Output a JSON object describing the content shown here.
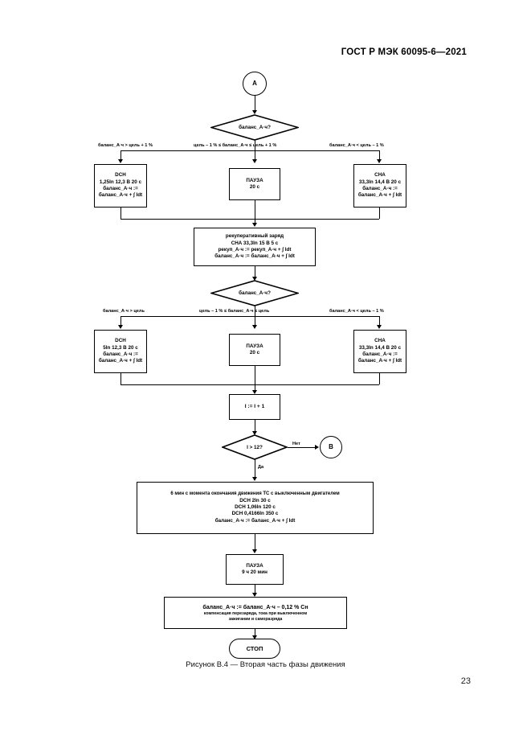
{
  "header": {
    "standard": "ГОСТ Р МЭК 60095-6—2021"
  },
  "page": {
    "number": "23"
  },
  "caption": "Рисунок В.4 — Вторая часть фазы движения",
  "nodes": {
    "start_a": "A",
    "connector_b": "B",
    "decision1": "баланс_А·ч?",
    "decision2": "баланс_А·ч?",
    "decision3": "I > 12?",
    "stop": "СТОП",
    "dch1": {
      "l1": "DCH",
      "l2": "1,25In 12,3 В 20 с",
      "l3": "баланс_А·ч :=",
      "l4": "баланс_А·ч + ∫ Idt"
    },
    "pause1": {
      "l1": "ПАУЗА",
      "l2": "20 с"
    },
    "cha1": {
      "l1": "CHA",
      "l2": "33,3In 14,4 В 20 с",
      "l3": "баланс_А·ч :=",
      "l4": "баланс_А·ч + ∫ Idt"
    },
    "recup": {
      "l1": "рекуперативный заряд",
      "l2": "CHA 33,3In 15 В 5 с",
      "l3": "рекуп_А·ч := рекуп_А·ч + ∫ Idt",
      "l4": "баланс_А·ч := баланс_А·ч + ∫ Idt"
    },
    "dch2": {
      "l1": "DCH",
      "l2": "5In 12,3 В 20 с",
      "l3": "баланс_А·ч :=",
      "l4": "баланс_А·ч + ∫ Idt"
    },
    "pause2": {
      "l1": "ПАУЗА",
      "l2": "20 с"
    },
    "cha2": {
      "l1": "CHA",
      "l2": "33,3In 14,4 В 20 с",
      "l3": "баланс_А·ч :=",
      "l4": "баланс_А·ч + ∫ Idt"
    },
    "increment": "I := I + 1",
    "rest_block": {
      "l1": "6 мин с момента окончания движения ТС с выключенным двигателем",
      "l2": "DCH 2In 30 с",
      "l3": "DCH 1,06In 120 с",
      "l4": "DCH 0,4166In 350 с",
      "l5": "баланс_А·ч := баланс_А·ч + ∫ Idt"
    },
    "pause3": {
      "l1": "ПАУЗА",
      "l2": "9 ч 20 мин"
    },
    "compensation": {
      "l1": "баланс_А·ч := баланс_А·ч – 0,12 % Сн",
      "l2": "компенсация перезаряда, тока при выключенном",
      "l3": "зажигании и саморазряда"
    }
  },
  "edge_labels": {
    "row1_left": "баланс_А·ч > цель + 1 %",
    "row1_mid": "цель – 1 % ≤ баланс_А·ч ≤ цель + 1 %",
    "row1_right": "баланс_А·ч < цель – 1 %",
    "row2_left": "баланс_А·ч > цель",
    "row2_mid": "цель – 1 % ≤ баланс_А·ч ≤ цель",
    "row2_right": "баланс_А·ч < цель – 1 %",
    "no": "Нет",
    "yes": "Да"
  },
  "colors": {
    "stroke": "#000000",
    "background": "#ffffff"
  }
}
